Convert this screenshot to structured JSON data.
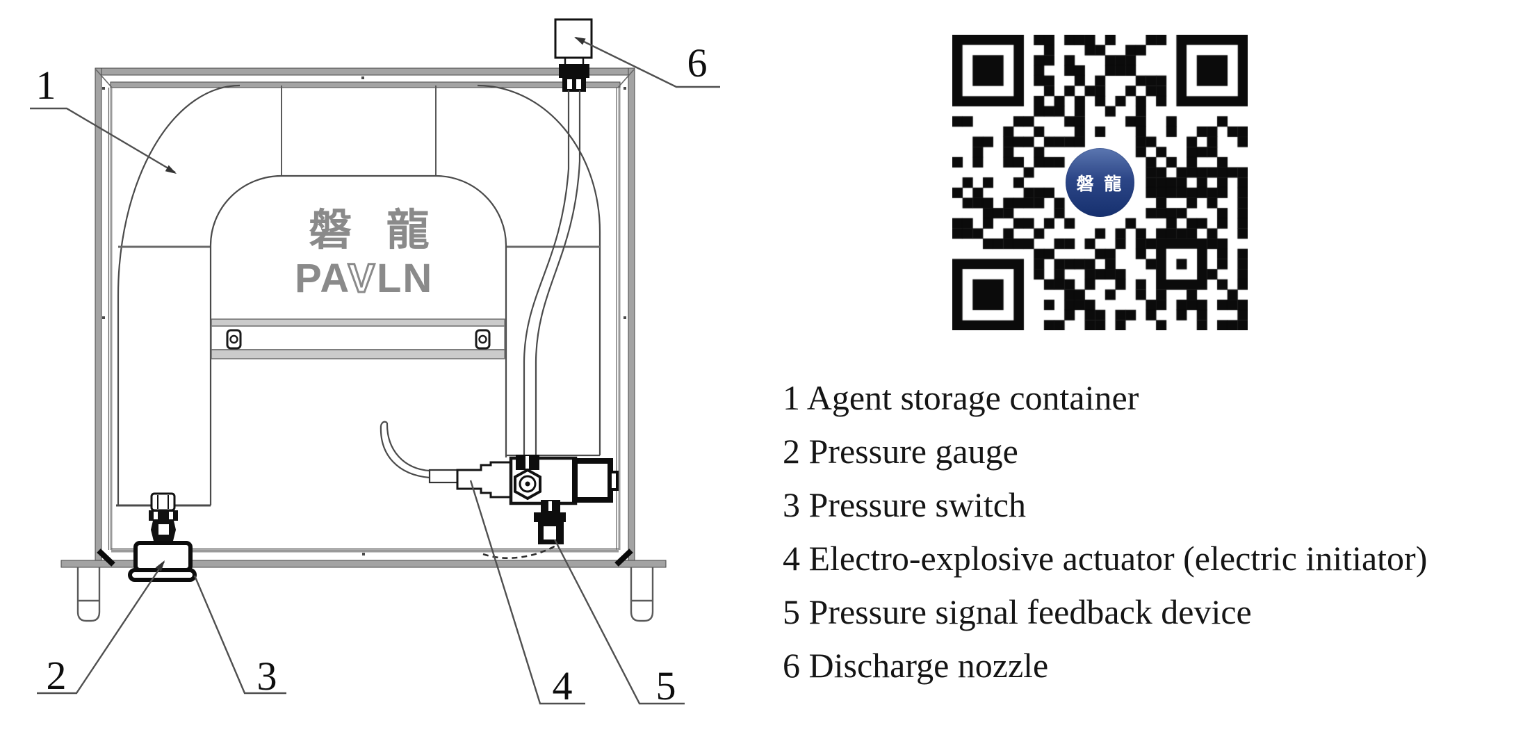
{
  "diagram": {
    "logo": {
      "cjk": "磐 龍",
      "latin_pa": "PA",
      "latin_v": "V",
      "latin_ln": "LN"
    },
    "callouts": [
      {
        "n": "1"
      },
      {
        "n": "2"
      },
      {
        "n": "3"
      },
      {
        "n": "4"
      },
      {
        "n": "5"
      },
      {
        "n": "6"
      }
    ]
  },
  "qr": {
    "center_text": "磐 龍"
  },
  "legend": {
    "items": [
      {
        "num": "1",
        "label": "Agent storage container"
      },
      {
        "num": "2",
        "label": "Pressure gauge"
      },
      {
        "num": "3",
        "label": "Pressure switch"
      },
      {
        "num": "4",
        "label": "Electro-explosive actuator (electric initiator)"
      },
      {
        "num": "5",
        "label": "Pressure signal feedback device"
      },
      {
        "num": "6",
        "label": "Discharge nozzle"
      }
    ]
  },
  "colors": {
    "line": "#3c3c3c",
    "frame_gray": "#a3a3a3",
    "logo_gray": "#8a8a8a",
    "qr_black": "#0b0b0b",
    "logo_blue_top": "#5b76b0",
    "logo_blue_bottom": "#16306e"
  }
}
